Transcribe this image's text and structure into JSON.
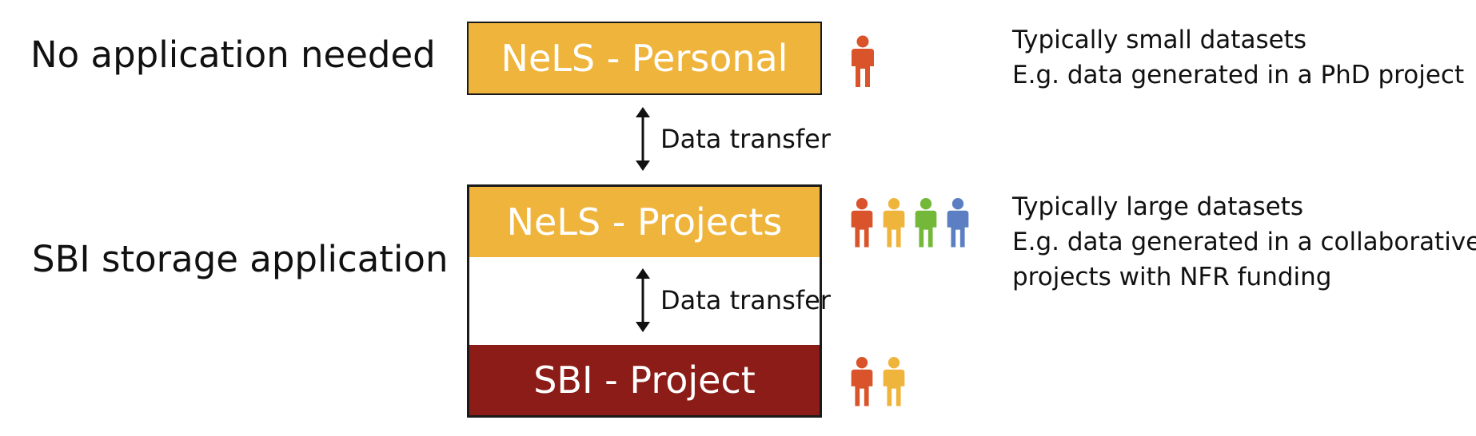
{
  "labels": {
    "no_application": "No application needed",
    "sbi_application": "SBI storage application"
  },
  "boxes": {
    "nels_personal": "NeLS - Personal",
    "nels_projects": "NeLS - Projects",
    "sbi_project": "SBI - Project"
  },
  "arrows": {
    "transfer_1": "Data transfer",
    "transfer_2": "Data transfer"
  },
  "descriptions": {
    "personal_line1": "Typically small datasets",
    "personal_line2": "E.g. data generated in a PhD project",
    "projects_line1": "Typically large datasets",
    "projects_line2": "E.g. data generated in a collaborative",
    "projects_line3": "projects with NFR funding"
  },
  "colors": {
    "box_orange": "#efb43b",
    "box_red": "#8b1c17",
    "person_red": "#d9532b",
    "person_orange": "#efb43b",
    "person_green": "#74b83a",
    "person_blue": "#5b7fc2"
  },
  "icons": {
    "personal_group": [
      "person-red-icon"
    ],
    "projects_group": [
      "person-red-icon",
      "person-orange-icon",
      "person-green-icon",
      "person-blue-icon"
    ],
    "sbi_group": [
      "person-red-icon",
      "person-orange-icon"
    ]
  }
}
